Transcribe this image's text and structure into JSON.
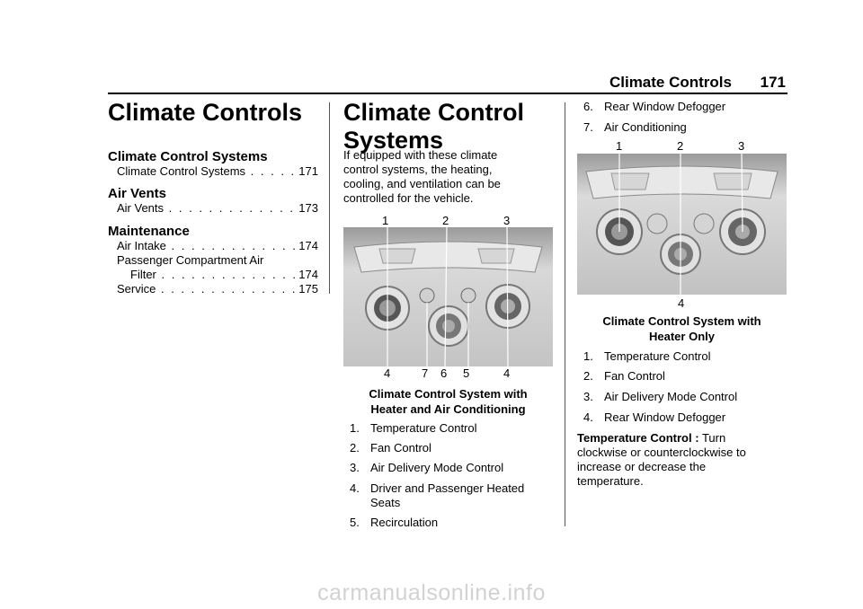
{
  "header": {
    "title": "Climate Controls",
    "page_number": "171"
  },
  "toc": {
    "chapter_title": "Climate Controls",
    "sections": [
      {
        "heading": "Climate Control Systems",
        "entries": [
          {
            "label": "Climate Control Systems",
            "page": "171"
          }
        ]
      },
      {
        "heading": "Air Vents",
        "entries": [
          {
            "label": "Air Vents",
            "page": "173"
          }
        ]
      },
      {
        "heading": "Maintenance",
        "entries": [
          {
            "label": "Air Intake",
            "page": "174"
          },
          {
            "label": "Passenger Compartment Air",
            "page": ""
          },
          {
            "label": "Filter",
            "page": "174"
          },
          {
            "label": "Service",
            "page": "175"
          }
        ]
      }
    ]
  },
  "middle": {
    "title_line1": "Climate Control",
    "title_line2": "Systems",
    "intro": [
      "If equipped with these climate",
      "control systems, the heating,",
      "cooling, and ventilation can be",
      "controlled for the vehicle."
    ],
    "figure1": {
      "callouts_top": [
        "1",
        "2",
        "3"
      ],
      "callouts_bottom": [
        "4",
        "7",
        "6",
        "5",
        "4"
      ],
      "caption_line1": "Climate Control System with",
      "caption_line2": "Heater and Air Conditioning"
    },
    "list": [
      {
        "n": "1.",
        "text": "Temperature Control"
      },
      {
        "n": "2.",
        "text": "Fan Control"
      },
      {
        "n": "3.",
        "text": "Air Delivery Mode Control"
      },
      {
        "n": "4.",
        "text": "Driver and Passenger Heated",
        "text2": "Seats"
      },
      {
        "n": "5.",
        "text": "Recirculation"
      }
    ]
  },
  "right": {
    "list_top": [
      {
        "n": "6.",
        "text": "Rear Window Defogger"
      },
      {
        "n": "7.",
        "text": "Air Conditioning"
      }
    ],
    "figure2": {
      "callouts_top": [
        "1",
        "2",
        "3"
      ],
      "callouts_bottom": [
        "4"
      ],
      "caption_line1": "Climate Control System with",
      "caption_line2": "Heater Only"
    },
    "list": [
      {
        "n": "1.",
        "text": "Temperature Control"
      },
      {
        "n": "2.",
        "text": "Fan Control"
      },
      {
        "n": "3.",
        "text": "Air Delivery Mode Control"
      },
      {
        "n": "4.",
        "text": "Rear Window Defogger"
      }
    ],
    "term": "Temperature Control :",
    "term_desc": [
      "Turn",
      "clockwise or counterclockwise to",
      "increase or decrease the",
      "temperature."
    ]
  },
  "footer": {
    "watermark": "carmanualsonline.info"
  },
  "colors": {
    "rule": "#000000",
    "watermark": "#d2d2d2",
    "panel": "#bdbdbd"
  }
}
